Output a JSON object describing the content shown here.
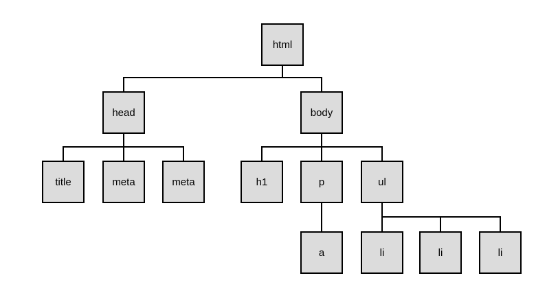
{
  "diagram": {
    "background_color": "#ffffff",
    "node_fill_color": "#dcdcdc",
    "node_border_color": "#000000",
    "connector_color": "#000000",
    "nodes": [
      {
        "id": "html",
        "label": "html"
      },
      {
        "id": "head",
        "label": "head"
      },
      {
        "id": "body",
        "label": "body"
      },
      {
        "id": "title",
        "label": "title"
      },
      {
        "id": "meta-1",
        "label": "meta"
      },
      {
        "id": "meta-2",
        "label": "meta"
      },
      {
        "id": "h1",
        "label": "h1"
      },
      {
        "id": "p",
        "label": "p"
      },
      {
        "id": "ul",
        "label": "ul"
      },
      {
        "id": "a",
        "label": "a"
      },
      {
        "id": "li-1",
        "label": "li"
      },
      {
        "id": "li-2",
        "label": "li"
      },
      {
        "id": "li-3",
        "label": "li"
      }
    ],
    "edges": [
      {
        "from": "html",
        "to": "head"
      },
      {
        "from": "html",
        "to": "body"
      },
      {
        "from": "head",
        "to": "title"
      },
      {
        "from": "head",
        "to": "meta-1"
      },
      {
        "from": "head",
        "to": "meta-2"
      },
      {
        "from": "body",
        "to": "h1"
      },
      {
        "from": "body",
        "to": "p"
      },
      {
        "from": "body",
        "to": "ul"
      },
      {
        "from": "p",
        "to": "a"
      },
      {
        "from": "ul",
        "to": "li-1"
      },
      {
        "from": "ul",
        "to": "li-2"
      },
      {
        "from": "ul",
        "to": "li-3"
      }
    ]
  }
}
